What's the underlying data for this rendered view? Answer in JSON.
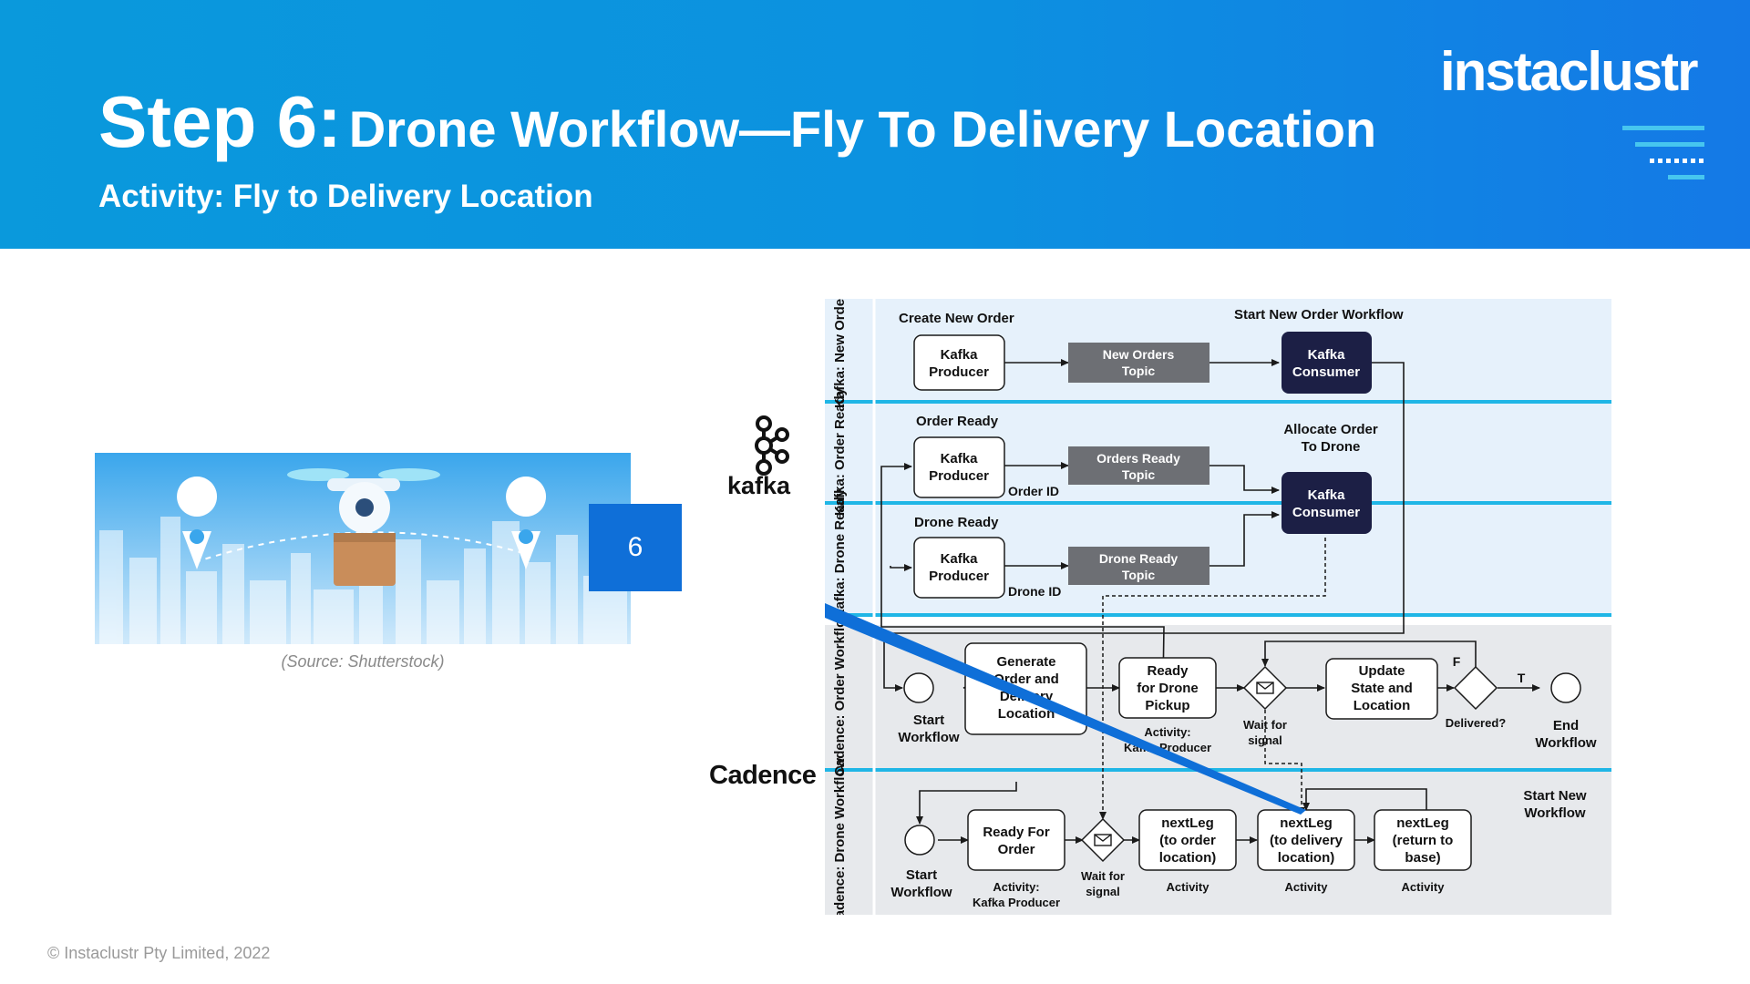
{
  "header": {
    "title_step": "Step 6:",
    "title_rest": "Drone Workflow—Fly To Delivery Location",
    "subtitle": "Activity: Fly to Delivery Location",
    "brand": "instaclustr"
  },
  "hero": {
    "source": "(Source: Shutterstock)",
    "step_badge": "6"
  },
  "logos": {
    "kafka": "kafka",
    "cadence": "Cadence"
  },
  "footer": {
    "copyright": "© Instaclustr Pty Limited, 2022"
  },
  "colors": {
    "header_blue": "#0c91e0",
    "badge_blue": "#0f6fd8",
    "swimlane_divider": "#1fb6e6",
    "kafka_lane_bg": "#e6f1fb",
    "cadence_lane_bg": "#e7e9ec",
    "topic_gray": "#6d6f74",
    "consumer_navy": "#1c1f45"
  },
  "diagram": {
    "lanes": [
      "Kafka: New Order",
      "Kafka: Order Ready",
      "Kafka: Drone Ready",
      "Cadence: Order Workflow",
      "Cadence: Drone Workflow"
    ],
    "labels": {
      "create_new_order": "Create New Order",
      "start_new_order_workflow": "Start New Order Workflow",
      "order_ready": "Order Ready",
      "allocate_order": "Allocate Order To Drone",
      "drone_ready": "Drone Ready",
      "order_id": "Order ID",
      "drone_id": "Drone ID",
      "start_new_workflow": "Start New Workflow"
    },
    "nodes": {
      "kafka_producer": "Kafka Producer",
      "kafka_consumer": "Kafka Consumer",
      "new_orders_topic": "New Orders Topic",
      "orders_ready_topic": "Orders Ready Topic",
      "drone_ready_topic": "Drone Ready Topic",
      "generate_order": "Generate Order and Delivery Location",
      "ready_for_pickup": "Ready for Drone Pickup",
      "update_state": "Update State and Location",
      "ready_for_order": "Ready For Order",
      "next_leg_order": "nextLeg (to order location)",
      "next_leg_delivery": "nextLeg (to delivery location)",
      "next_leg_base": "nextLeg (return to base)"
    },
    "captions": {
      "start_workflow": "Start Workflow",
      "end_workflow": "End Workflow",
      "wait_for_signal": "Wait for signal",
      "activity_kafka_producer": "Activity: Kafka Producer",
      "activity": "Activity",
      "delivered": "Delivered?",
      "false_branch": "F",
      "true_branch": "T"
    }
  }
}
